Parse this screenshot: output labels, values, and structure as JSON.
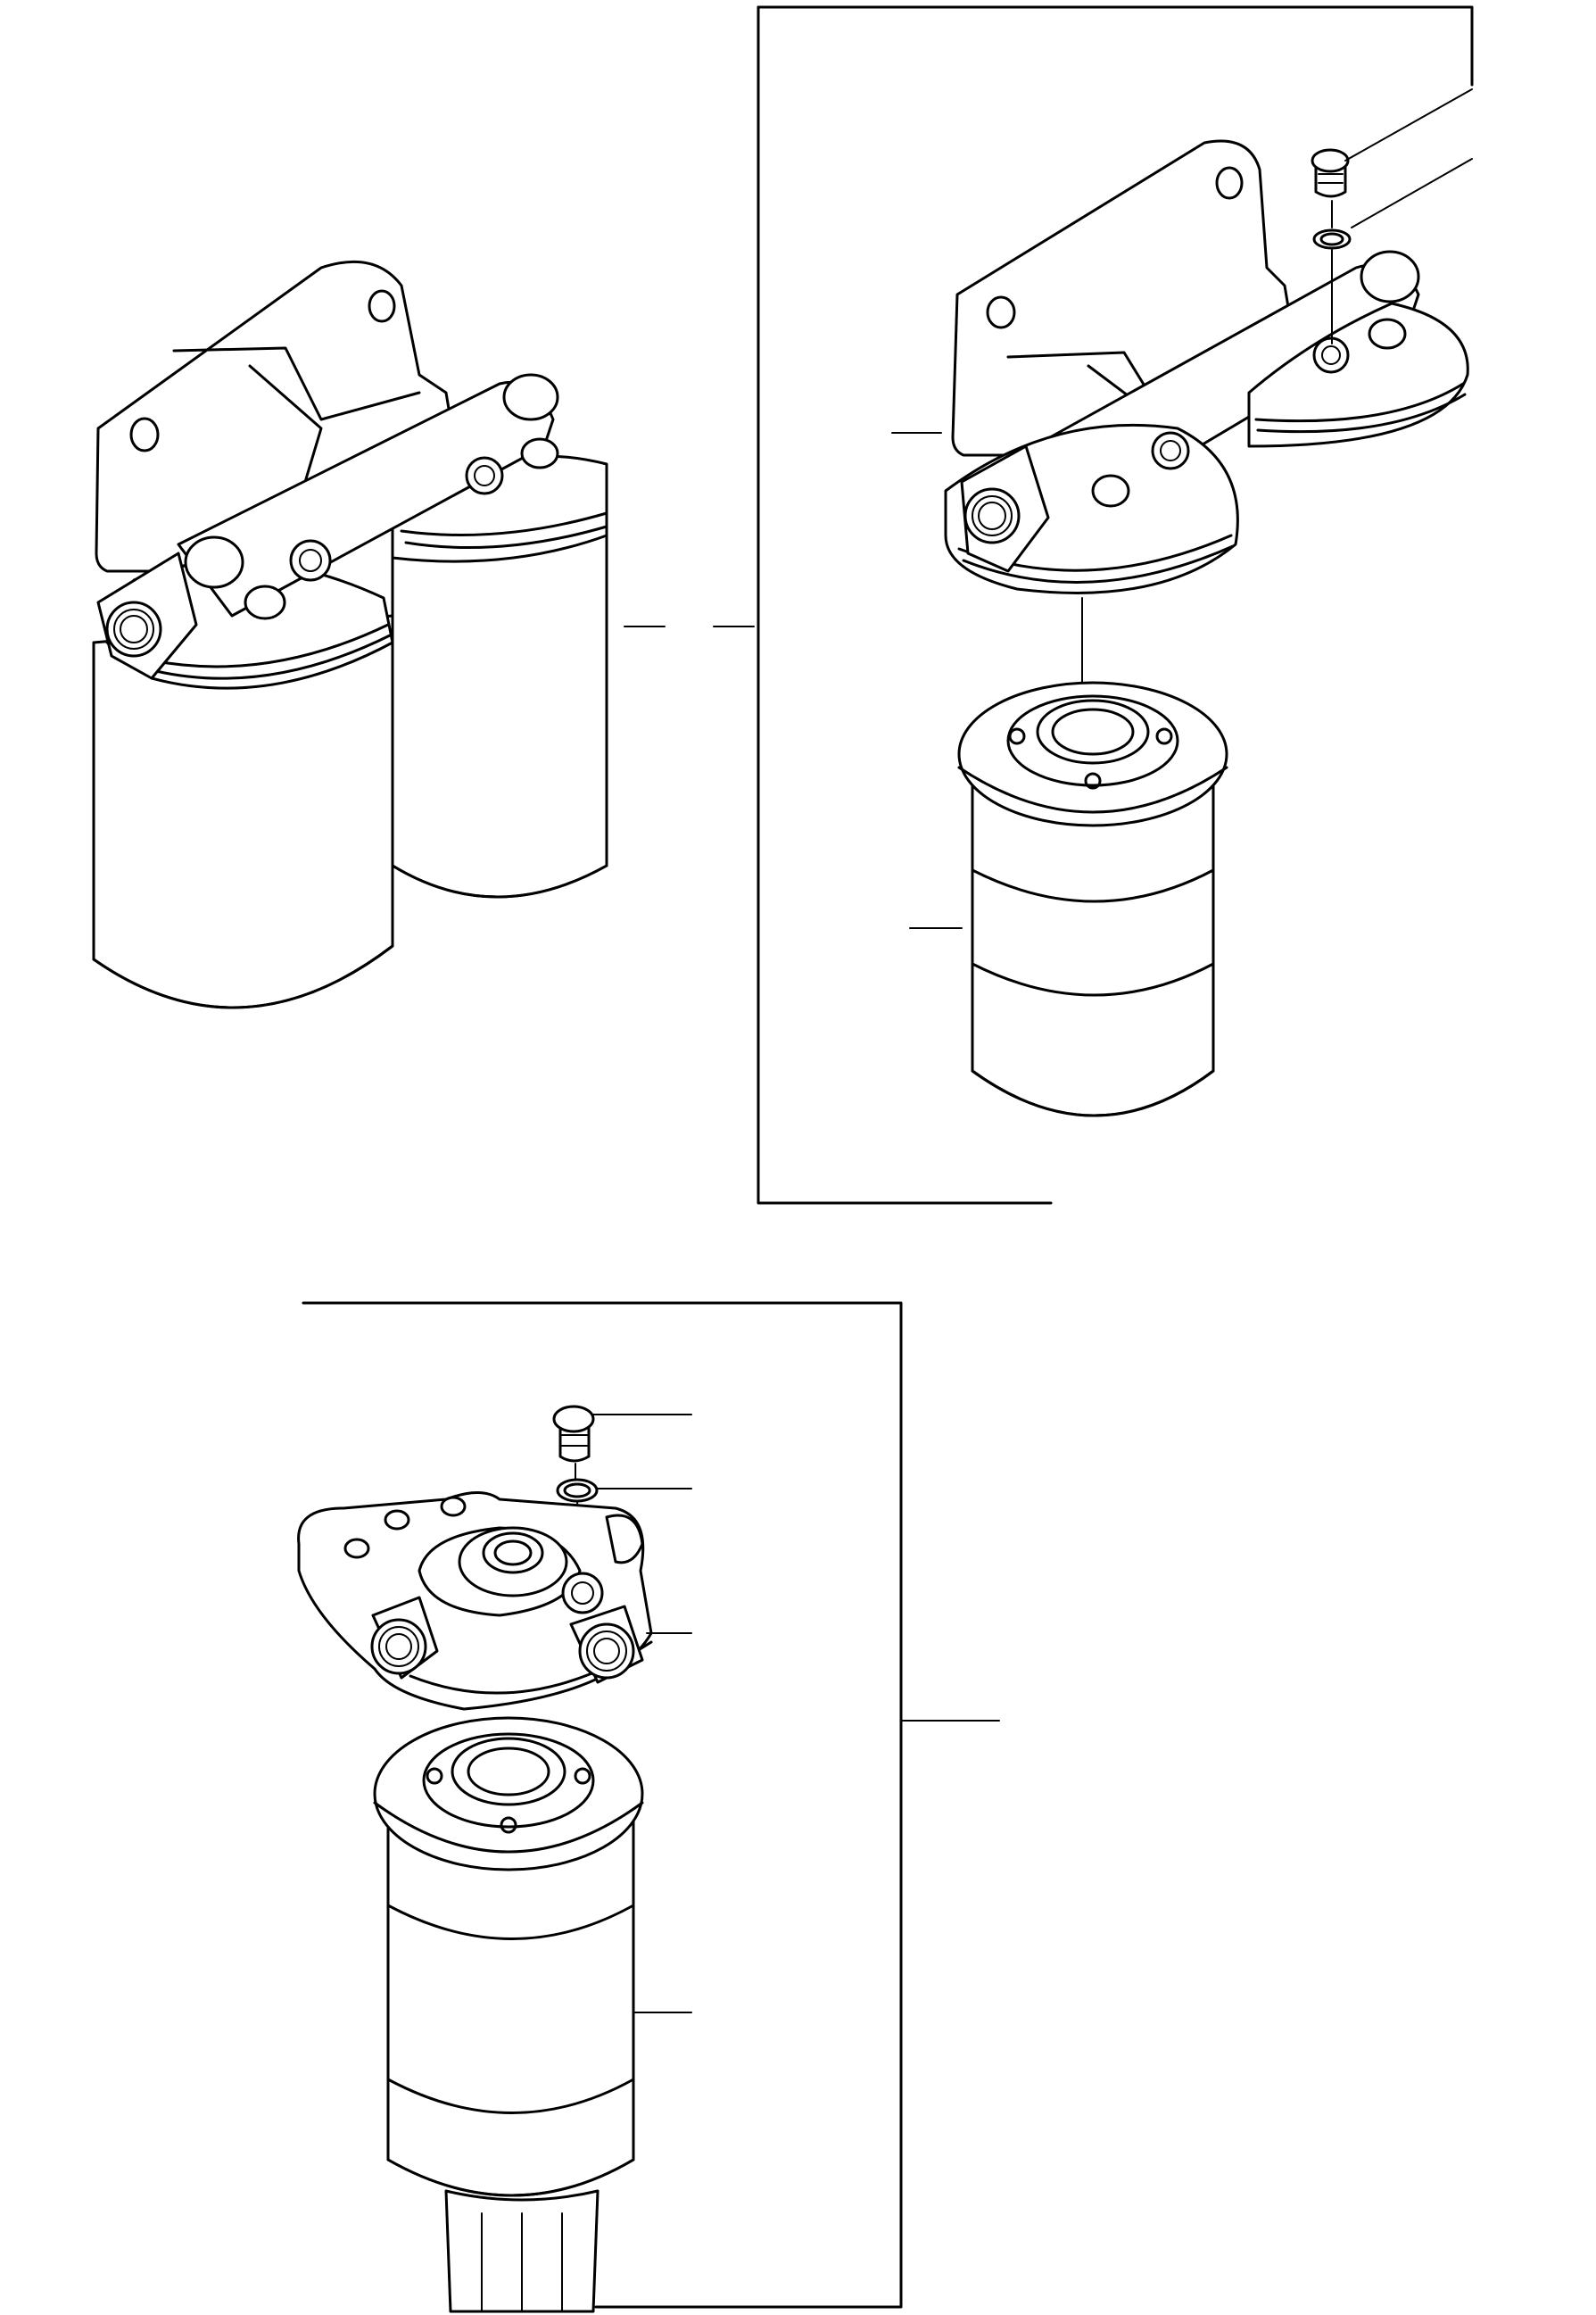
{
  "drawing": {
    "description_visible_text": "",
    "colors": {
      "line": "#000000",
      "background": "#ffffff"
    },
    "views": [
      {
        "id": "assembly-double-filter"
      },
      {
        "id": "exploded-double-filter"
      },
      {
        "id": "exploded-single-filter"
      }
    ]
  }
}
